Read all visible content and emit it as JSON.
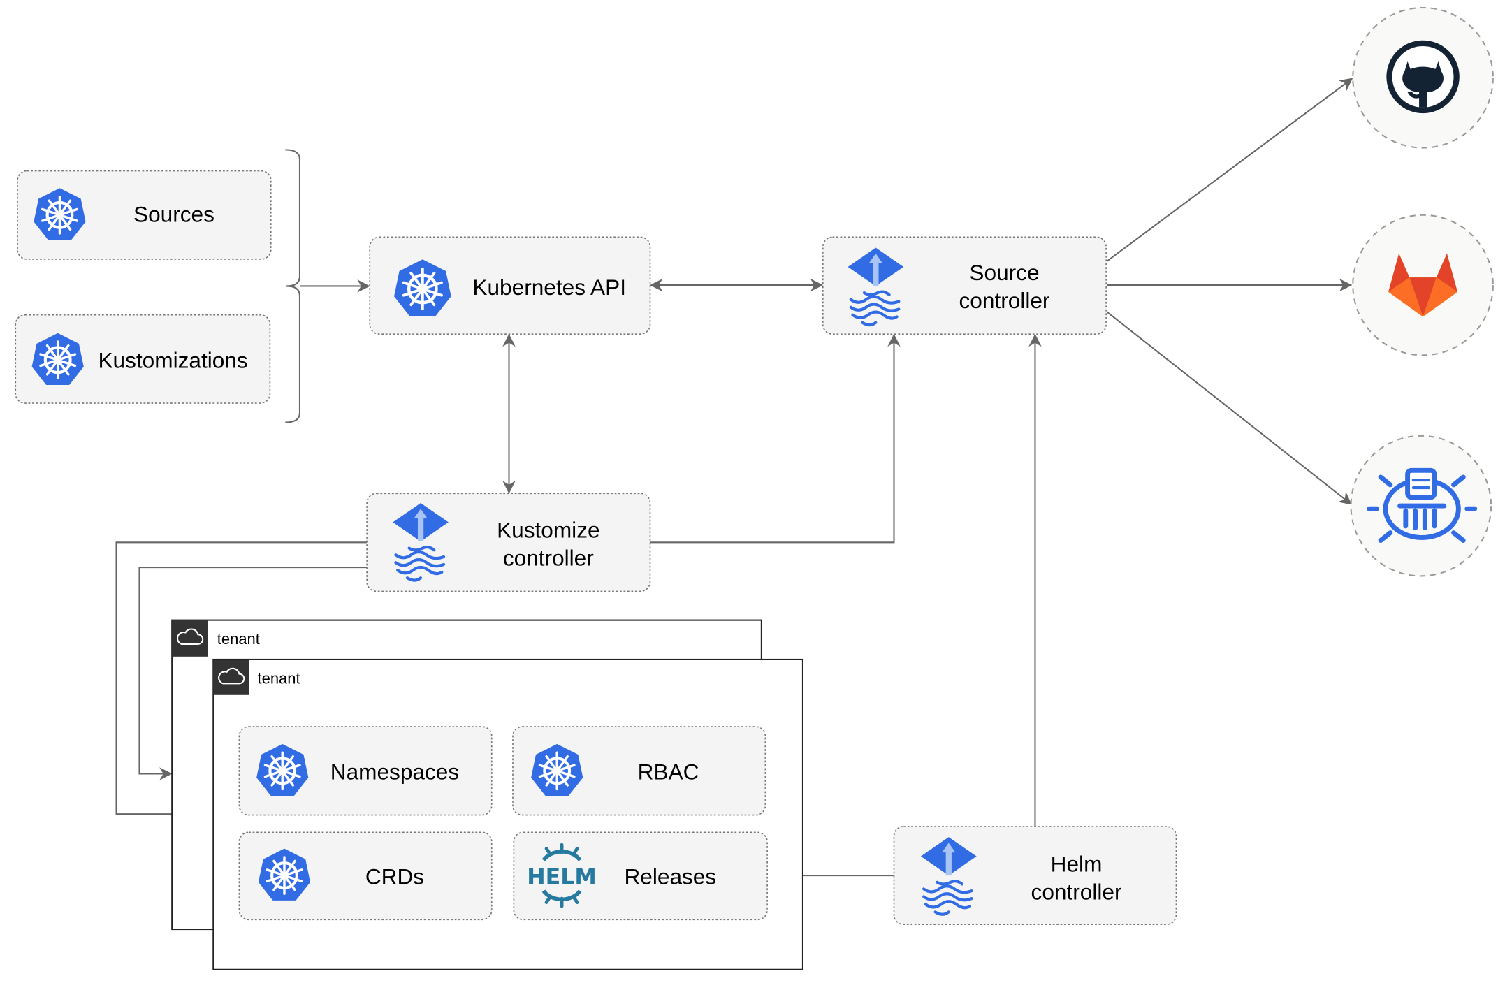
{
  "nodes": {
    "sources": "Sources",
    "kustomizations": "Kustomizations",
    "kubernetes_api": "Kubernetes API",
    "source_controller": [
      "Source",
      "controller"
    ],
    "kustomize_controller": [
      "Kustomize",
      "controller"
    ],
    "helm_controller": [
      "Helm",
      "controller"
    ],
    "namespaces": "Namespaces",
    "rbac": "RBAC",
    "crds": "CRDs",
    "releases": "Releases"
  },
  "tenants": [
    "tenant",
    "tenant"
  ],
  "helm_logo_text": "HELM",
  "external_sources": [
    "github-icon",
    "gitlab-icon",
    "bucket-icon"
  ],
  "colors": {
    "k8s_blue": "#326ce5",
    "edge": "#666666",
    "gitlab_orange": "#e24329",
    "github_dark": "#132334"
  }
}
